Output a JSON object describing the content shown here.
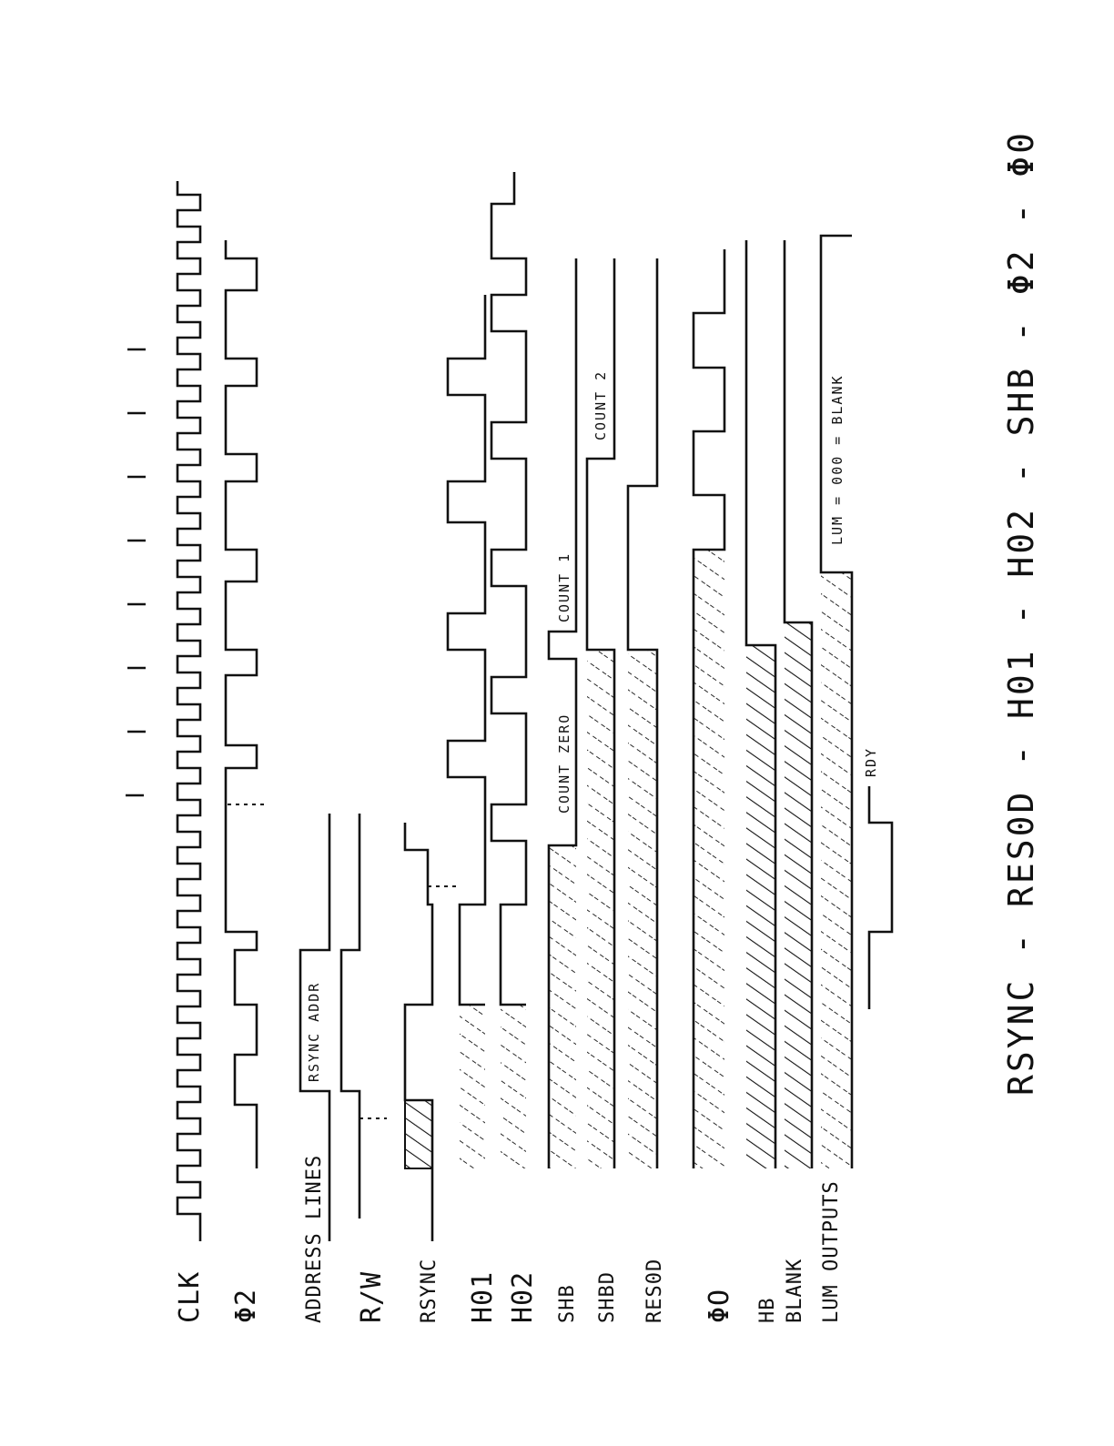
{
  "diagram": {
    "signals": [
      {
        "id": "clk",
        "label": "CLK"
      },
      {
        "id": "phi2",
        "label": "Φ2"
      },
      {
        "id": "address-lines",
        "label": "ADDRESS LINES"
      },
      {
        "id": "rw",
        "label": "R/W"
      },
      {
        "id": "rsync",
        "label": "RSYNC"
      },
      {
        "id": "h01",
        "label": "H01"
      },
      {
        "id": "h02",
        "label": "H02"
      },
      {
        "id": "shb",
        "label": "SHB"
      },
      {
        "id": "shbd",
        "label": "SHBD"
      },
      {
        "id": "res0d",
        "label": "RES0D"
      },
      {
        "id": "phi0",
        "label": "ΦO"
      },
      {
        "id": "hb",
        "label": "HB"
      },
      {
        "id": "blank",
        "label": "BLANK"
      },
      {
        "id": "lum-outputs",
        "label": "LUM OUTPUTS"
      }
    ],
    "annotations": {
      "rsync_addr": "RSYNC ADDR",
      "count_zero": "COUNT ZERO",
      "count_1": "COUNT 1",
      "count_2": "COUNT 2",
      "lum_blank": "LUM = 000 = BLANK",
      "rdy": "RDY"
    },
    "caption": "RSYNC - RES0D - H01 - H02 - SHB - Φ2 - Φ0"
  }
}
